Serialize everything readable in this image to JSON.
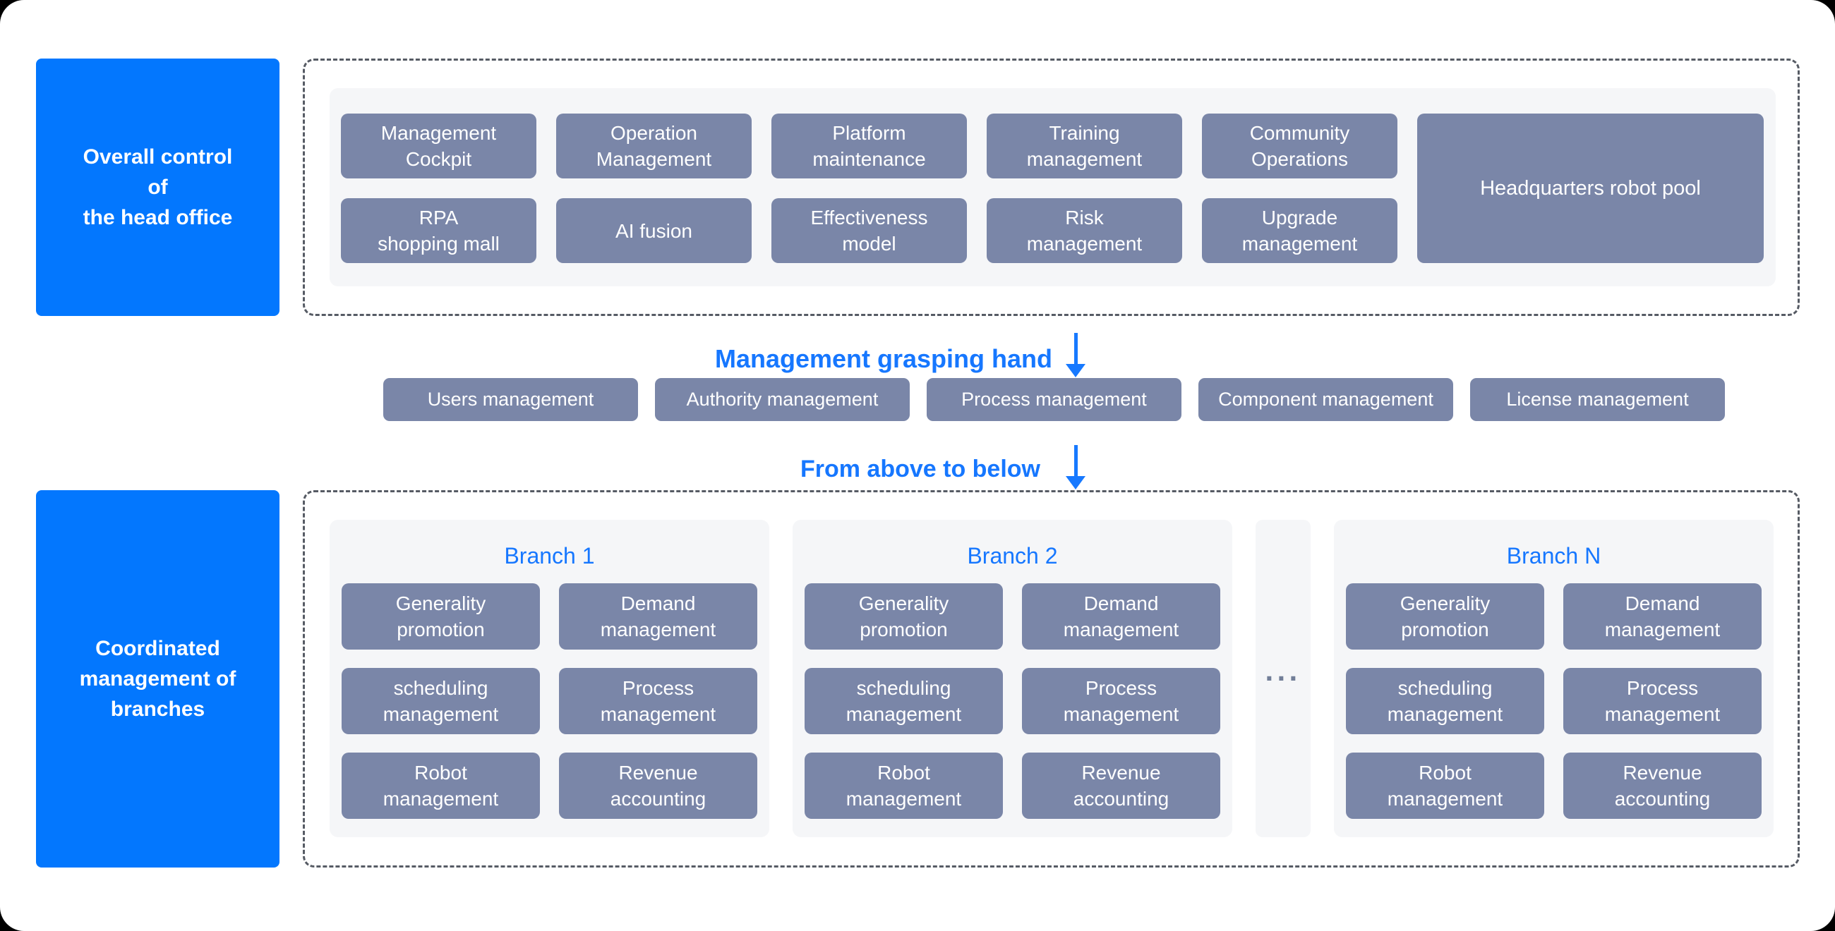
{
  "colors": {
    "primary_blue": "#0377fe",
    "heading_blue": "#1677ff",
    "module_slate": "#7a86a8",
    "panel_gray": "#f5f6f8",
    "dashed_border": "#565b64"
  },
  "head_office": {
    "side_label": "Overall control\nof\nthe head office",
    "modules_row1": [
      "Management\nCockpit",
      "Operation\nManagement",
      "Platform\nmaintenance",
      "Training\nmanagement",
      "Community\nOperations"
    ],
    "modules_row2": [
      "RPA\nshopping mall",
      "AI fusion",
      "Effectiveness\nmodel",
      "Risk\nmanagement",
      "Upgrade\nmanagement"
    ],
    "robot_pool": "Headquarters robot pool"
  },
  "flow": {
    "top_label": "Management grasping hand",
    "middle_modules": [
      "Users management",
      "Authority management",
      "Process management",
      "Component management",
      "License management"
    ],
    "bottom_label": "From above to below"
  },
  "branches": {
    "side_label": "Coordinated\nmanagement of\nbranches",
    "ellipsis": "···",
    "panels": [
      {
        "title": "Branch 1",
        "modules": [
          "Generality\npromotion",
          "Demand\nmanagement",
          "scheduling\nmanagement",
          "Process\nmanagement",
          "Robot\nmanagement",
          "Revenue\naccounting"
        ]
      },
      {
        "title": "Branch 2",
        "modules": [
          "Generality\npromotion",
          "Demand\nmanagement",
          "scheduling\nmanagement",
          "Process\nmanagement",
          "Robot\nmanagement",
          "Revenue\naccounting"
        ]
      },
      {
        "title": "Branch N",
        "modules": [
          "Generality\npromotion",
          "Demand\nmanagement",
          "scheduling\nmanagement",
          "Process\nmanagement",
          "Robot\nmanagement",
          "Revenue\naccounting"
        ]
      }
    ]
  }
}
